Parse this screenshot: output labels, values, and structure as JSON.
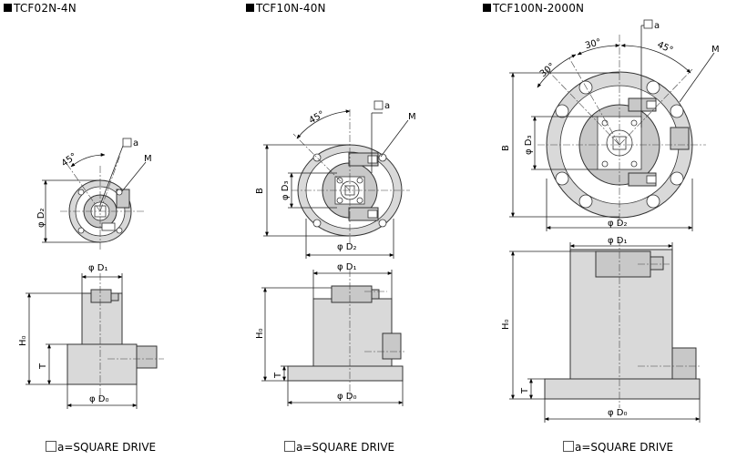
{
  "models": [
    {
      "title": "TCF02N-4N",
      "footnote": "a=SQUARE DRIVE"
    },
    {
      "title": "TCF10N-40N",
      "footnote": "a=SQUARE DRIVE"
    },
    {
      "title": "TCF100N-2000N",
      "footnote": "a=SQUARE DRIVE"
    }
  ],
  "labels": {
    "square": "a",
    "thread": "M",
    "angle45": "45°",
    "angle30": "30°",
    "d1": "φ D₁",
    "d2": "φ D₂",
    "d3": "φ D₃",
    "d0": "φ D₀",
    "h0": "H₀",
    "t": "T",
    "b": "B"
  }
}
